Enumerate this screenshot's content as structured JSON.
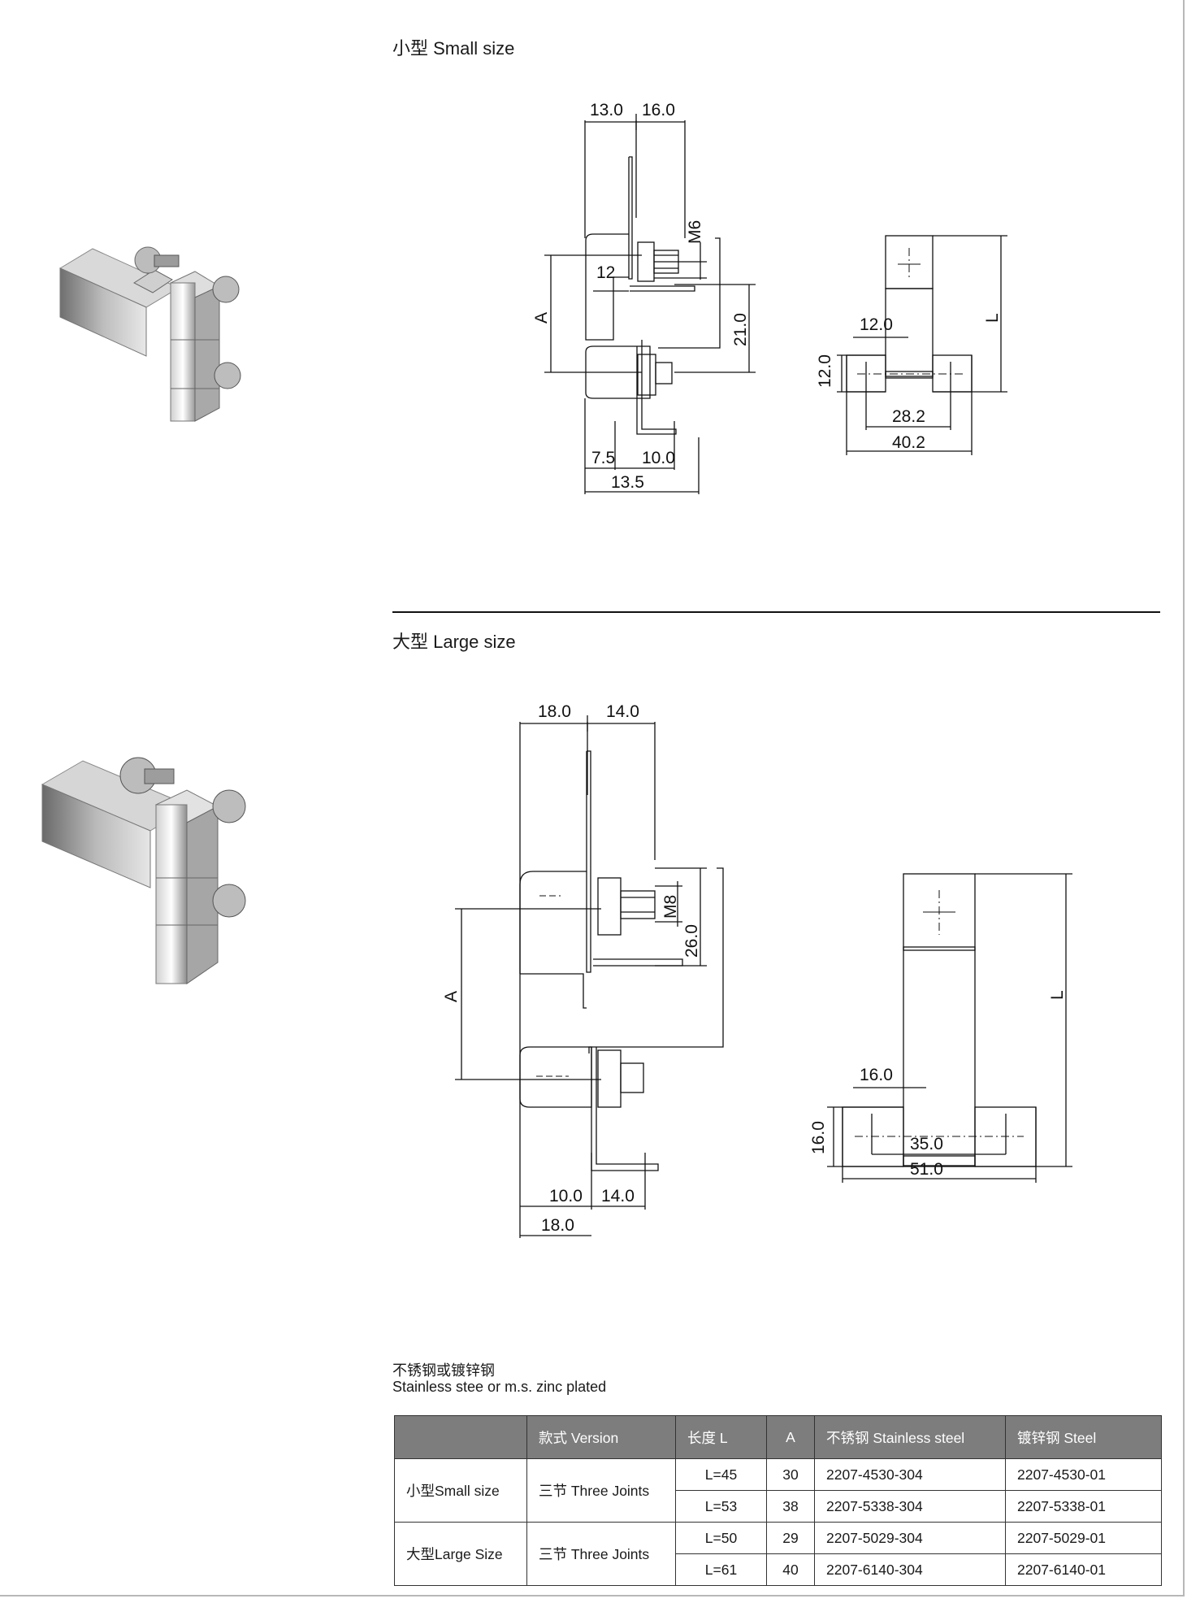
{
  "sections": {
    "small": {
      "title": "小型 Small size",
      "dims": {
        "top_left": "13.0",
        "top_right": "16.0",
        "thread": "M6",
        "inner": "12",
        "height_a": "A",
        "height": "21.0",
        "bottom_left": "7.5",
        "bottom_right": "10.0",
        "bottom_total": "13.5",
        "side_top": "12.0",
        "side_left": "12.0",
        "side_inner": "28.2",
        "side_outer": "40.2",
        "length": "L"
      }
    },
    "large": {
      "title": "大型 Large size",
      "dims": {
        "top_left": "18.0",
        "top_right": "14.0",
        "thread": "M8",
        "height": "26.0",
        "height_a": "A",
        "bottom_left": "10.0",
        "bottom_right": "14.0",
        "bottom_total": "18.0",
        "side_top": "16.0",
        "side_left": "16.0",
        "side_inner": "35.0",
        "side_outer": "51.0",
        "length": "L"
      }
    }
  },
  "material_note": {
    "line1": "不锈钢或镀锌钢",
    "line2": "Stainless stee or m.s. zinc plated"
  },
  "table": {
    "headers": [
      "",
      "款式 Version",
      "长度 L",
      "A",
      "不锈钢 Stainless steel",
      "镀锌钢 Steel"
    ],
    "groups": [
      {
        "size": "小型Small size",
        "version": "三节  Three Joints",
        "rows": [
          {
            "length": "L=45",
            "a": "30",
            "stainless": "2207-4530-304",
            "steel": "2207-4530-01"
          },
          {
            "length": "L=53",
            "a": "38",
            "stainless": "2207-5338-304",
            "steel": "2207-5338-01"
          }
        ]
      },
      {
        "size": "大型Large Size",
        "version": "三节  Three Joints",
        "rows": [
          {
            "length": "L=50",
            "a": "29",
            "stainless": "2207-5029-304",
            "steel": "2207-5029-01"
          },
          {
            "length": "L=61",
            "a": "40",
            "stainless": "2207-6140-304",
            "steel": "2207-6140-01"
          }
        ]
      }
    ]
  }
}
